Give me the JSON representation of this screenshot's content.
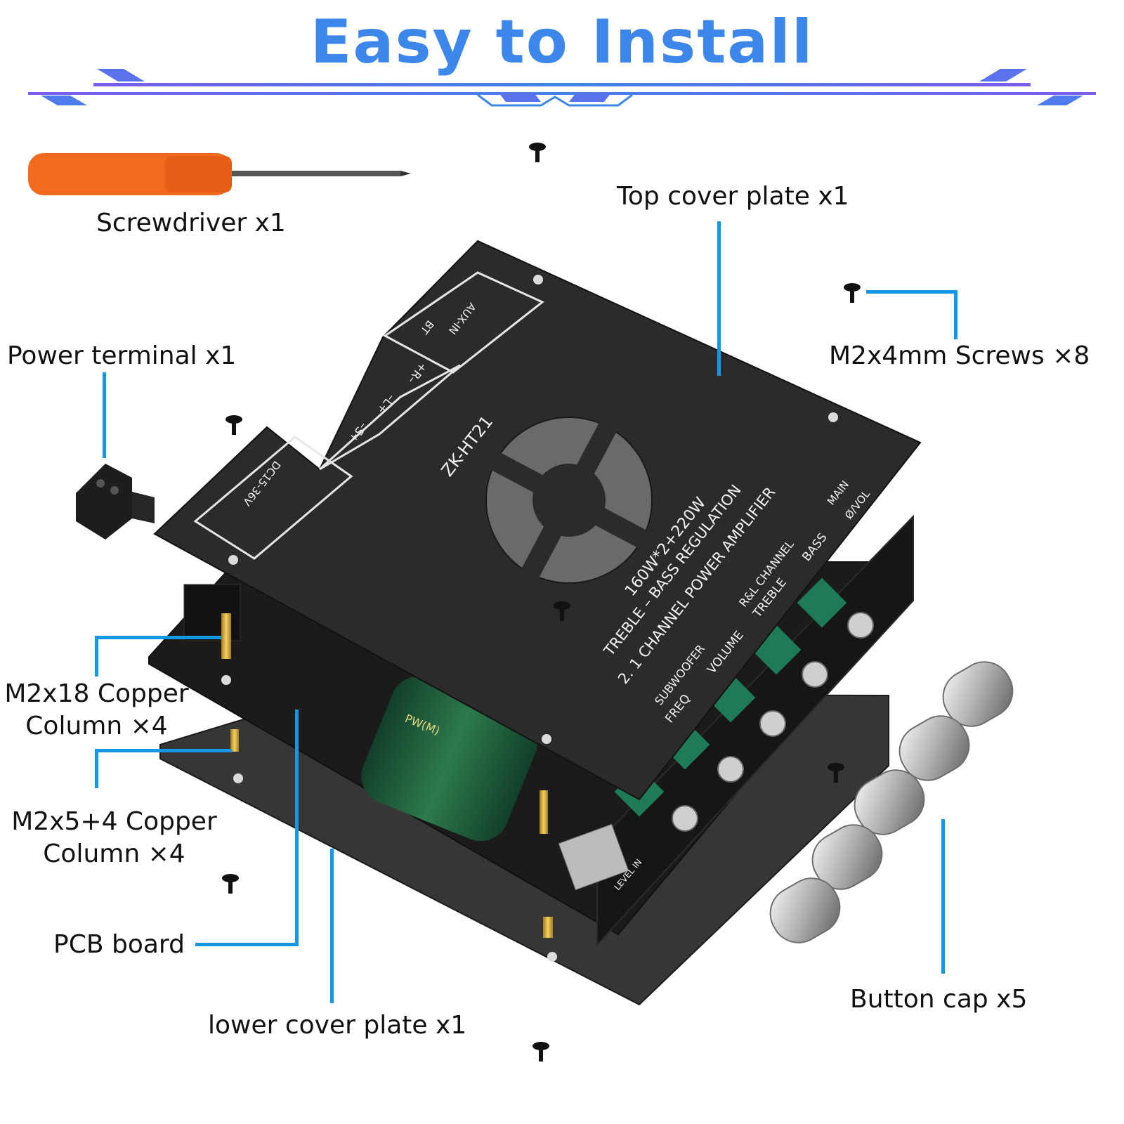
{
  "title": "Easy to Install",
  "labels": {
    "screwdriver": "Screwdriver x1",
    "top_cover": "Top cover plate x1",
    "screws": "M2x4mm Screws ×8",
    "power_terminal": "Power terminal x1",
    "copper_18_line1": "M2x18 Copper",
    "copper_18_line2": "Column ×4",
    "copper_5_line1": "M2x5+4 Copper",
    "copper_5_line2": "Column ×4",
    "pcb": "PCB board",
    "lower_cover": "lower cover plate x1",
    "button_cap": "Button cap x5"
  },
  "board": {
    "model": "ZK-HT21",
    "spec_line1": "160W*2+220W",
    "spec_line2": "TREBLE – BASS REGULATION",
    "spec_line3": "2. 1 CHANNEL POWER AMPLIFIER",
    "aux_in": "AUX-IN",
    "bt": "BT",
    "r_out": "+R–",
    "l_out": "–L+",
    "s_out": "–S+",
    "dc": "DC15-36V",
    "main": "MAIN",
    "vol": "Ø/VOL",
    "rl_channel": "R&L CHANNEL",
    "treble": "TREBLE",
    "bass": "BASS",
    "subwoofer": "SUBWOOFER",
    "volume": "VOLUME",
    "freq": "FREQ",
    "capacitor": "PW(M)",
    "level_in": "LEVEL IN"
  },
  "colors": {
    "title": "#3d86ea",
    "leader": "#1596e6",
    "board": "#2b2b2b",
    "green": "#1f7a57",
    "orange": "#f26a20"
  }
}
